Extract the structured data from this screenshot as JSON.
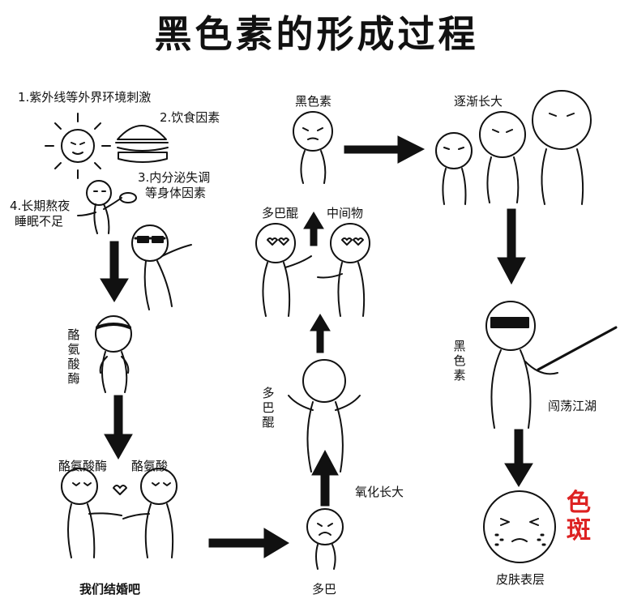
{
  "title": "黑色素的形成过程",
  "labels": {
    "uv": "1.紫外线等外界环境刺激",
    "diet": "2.饮食因素",
    "endocrine_1": "3.内分泌失调",
    "endocrine_2": "等身体因素",
    "late_night_1": "4.长期熬夜",
    "late_night_2": "睡眠不足",
    "tyrosinase_vertical": "酪氨酸酶",
    "tyrosinase": "酪氨酸酶",
    "tyrosine": "酪氨酸",
    "marry": "我们结婚吧",
    "dopa": "多巴",
    "oxidize": "氧化长大",
    "dopaquinone_vertical": "多巴醌",
    "dopaquinone": "多巴醌",
    "intermediate": "中间物",
    "melanin": "黑色素",
    "grow": "逐渐长大",
    "melanin_vertical": "黑色素",
    "roam": "闯荡江湖",
    "skin": "皮肤表层",
    "spot": "色斑"
  }
}
